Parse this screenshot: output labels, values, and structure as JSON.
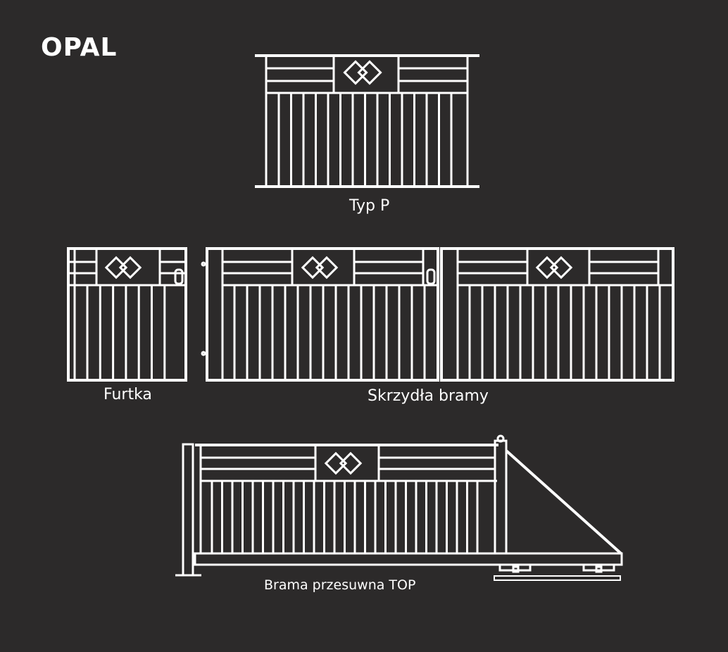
{
  "title": "OPAL",
  "captions": {
    "typ_p": "Typ P",
    "furtka": "Furtka",
    "skrzydla": "Skrzydła bramy",
    "brama": "Brama przesuwna TOP"
  },
  "colors": {
    "background": "#2c2a2a",
    "line": "#ffffff"
  }
}
